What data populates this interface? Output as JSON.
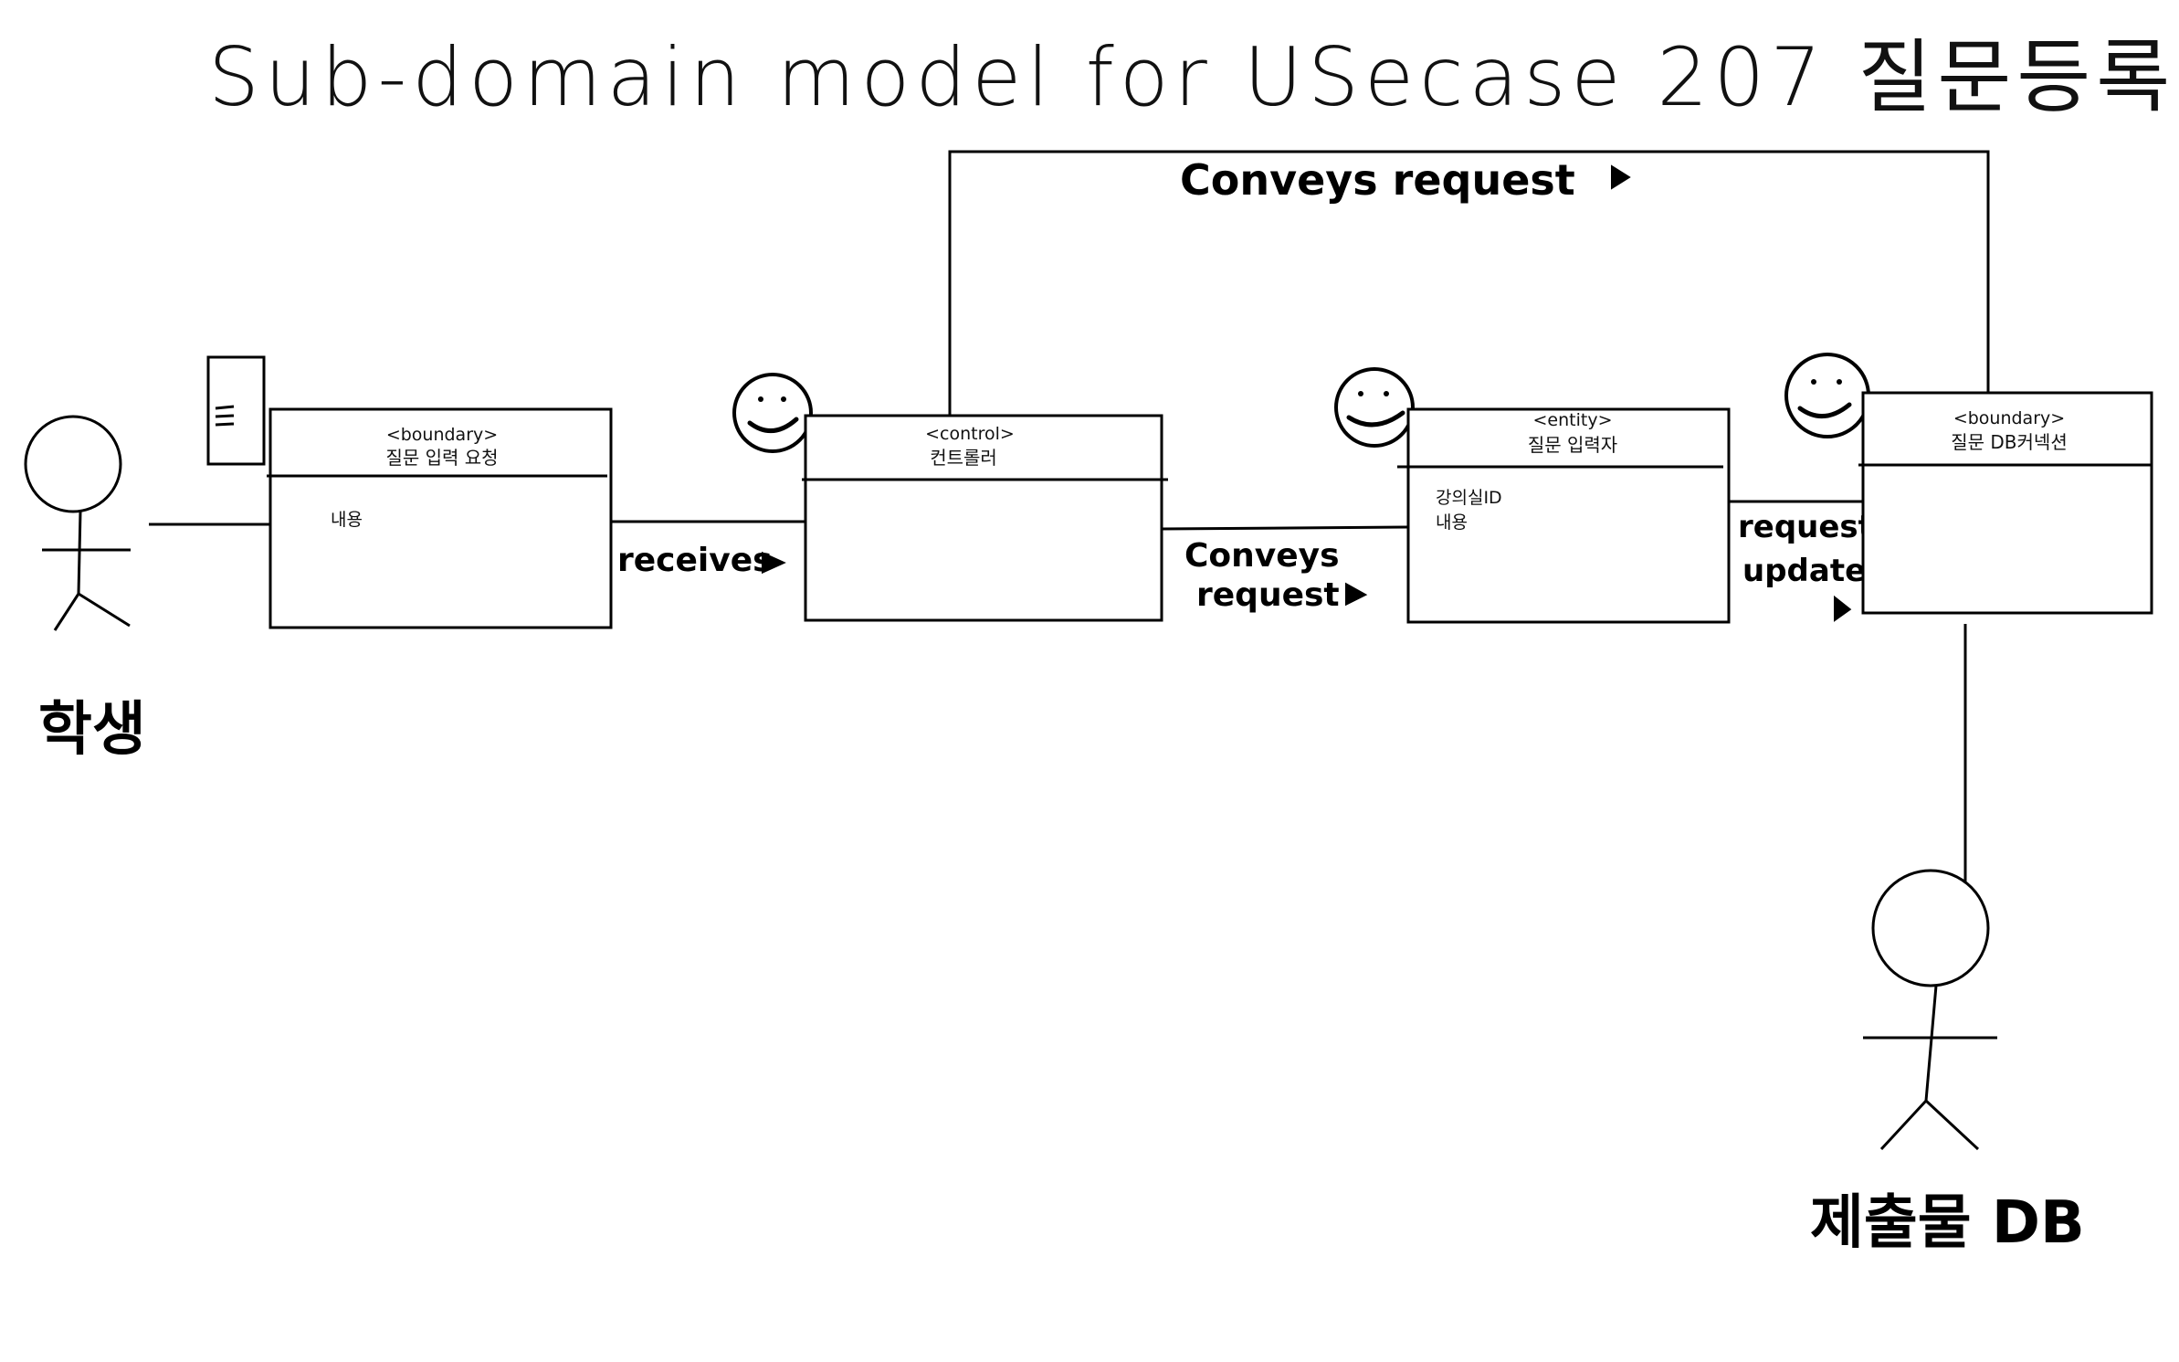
{
  "title": "Sub-domain model for USecase 207 질문등록",
  "actors": {
    "student": "학생",
    "database": "제출물 DB"
  },
  "classes": [
    {
      "stereotype": "<boundary>",
      "name": "질문 입력 요청",
      "attributes": [
        "내용"
      ]
    },
    {
      "stereotype": "<control>",
      "name": "컨트롤러",
      "attributes": []
    },
    {
      "stereotype": "<entity>",
      "name": "질문 입력자",
      "attributes": [
        "강의실ID",
        "내용"
      ]
    },
    {
      "stereotype": "<boundary>",
      "name": "질문 DB커넥션",
      "attributes": []
    }
  ],
  "associations": {
    "receives": "receives",
    "conveys_request_line1": "Conveys",
    "conveys_request_line2": "request",
    "conveys_request_top": "Conveys request",
    "request_update_line1": "request",
    "request_update_line2": "update"
  }
}
